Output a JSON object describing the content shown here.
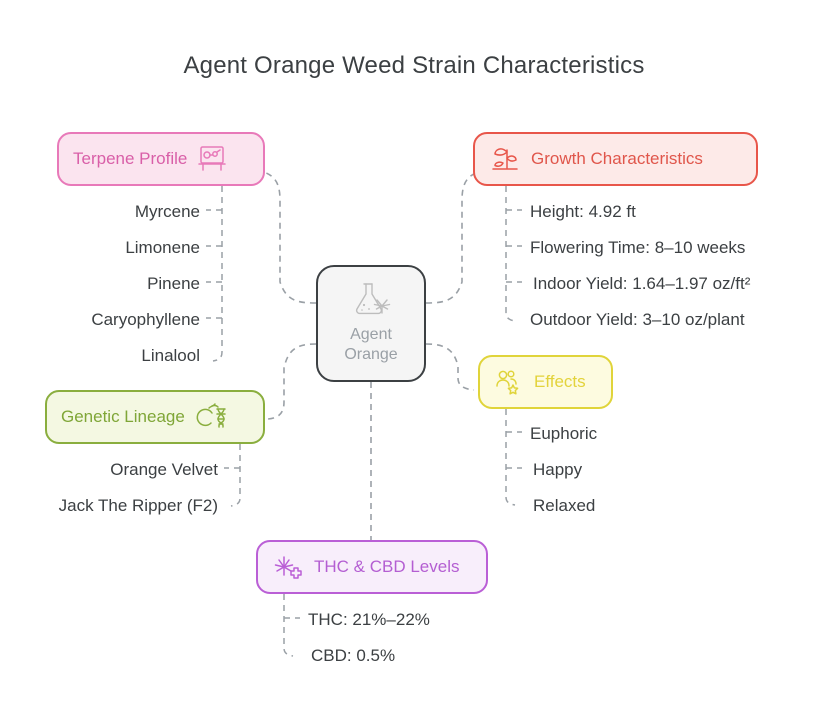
{
  "title": "Agent Orange Weed Strain Characteristics",
  "center": {
    "label": "Agent\nOrange",
    "icon": "flask-cannabis-leaf-icon",
    "border_color": "#3c4043",
    "fill_color": "#f5f5f5"
  },
  "branches": [
    {
      "id": "terpene",
      "label": "Terpene Profile",
      "icon": "terpene-lab-bench-icon",
      "accent_color": "#e879b9",
      "text_color": "#d95fa8",
      "fill_color": "#fbe4ef",
      "leaves": [
        "Myrcene",
        "Limonene",
        "Pinene",
        "Caryophyllene",
        "Linalool"
      ]
    },
    {
      "id": "growth",
      "label": "Growth Characteristics",
      "icon": "growing-plant-icon",
      "accent_color": "#e8564a",
      "text_color": "#e0564b",
      "fill_color": "#fdeae8",
      "leaves": [
        "Height: 4.92 ft",
        "Flowering Time: 8–10 weeks",
        "Indoor Yield: 1.64–1.97 oz/ft²",
        "Outdoor Yield: 3–10 oz/plant"
      ]
    },
    {
      "id": "genetic",
      "label": "Genetic Lineage",
      "icon": "orange-dna-icon",
      "accent_color": "#8aae3e",
      "text_color": "#7fa637",
      "fill_color": "#f4f8e2",
      "leaves": [
        "Orange Velvet",
        "Jack The Ripper (F2)"
      ]
    },
    {
      "id": "effects",
      "label": "Effects",
      "icon": "people-star-icon",
      "accent_color": "#e0d43a",
      "text_color": "#e3d33c",
      "fill_color": "#fdfbe0",
      "leaves": [
        "Euphoric",
        "Happy",
        "Relaxed"
      ]
    },
    {
      "id": "thc",
      "label": "THC & CBD Levels",
      "icon": "cannabis-leaf-plus-icon",
      "accent_color": "#ba5fd6",
      "text_color": "#b45ed2",
      "fill_color": "#f8eefb",
      "leaves": [
        "THC: 21%–22%",
        "CBD: 0.5%"
      ]
    }
  ],
  "connector_color": "#9aa0a6",
  "background_color": "#ffffff"
}
